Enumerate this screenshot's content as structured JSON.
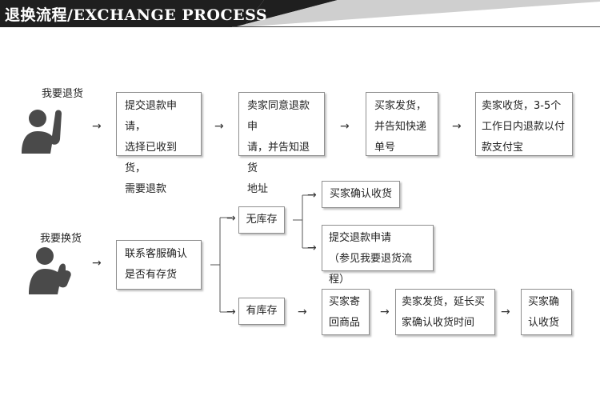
{
  "header": {
    "title": "退换流程/EXCHANGE PROCESS",
    "bar_color": "#1f1f1f"
  },
  "return_flow": {
    "label": "我要退货",
    "steps": [
      "提交退款申请，\n选择已收到货，\n需要退款",
      "卖家同意退款申\n请，并告知退货\n地址",
      "买家发货，\n并告知快递\n单号",
      "卖家收货，3-5个\n工作日内退款以付\n款支付宝"
    ]
  },
  "exchange_flow": {
    "label": "我要换货",
    "contact_step": "联系客服确认\n是否有存货",
    "no_stock": {
      "label": "无库存",
      "options": [
        "买家确认收货",
        "提交退款申请\n（参见我要退货流程）"
      ]
    },
    "in_stock": {
      "label": "有库存",
      "steps": [
        "买家寄\n回商品",
        "卖家发货，延长买\n家确认收货时间",
        "买家确\n认收货"
      ]
    }
  },
  "arrow_glyph": "→",
  "icons": {
    "person_raise_hand": "person-raising-hand-icon",
    "person_thumbs_up": "person-thumbs-up-icon"
  }
}
